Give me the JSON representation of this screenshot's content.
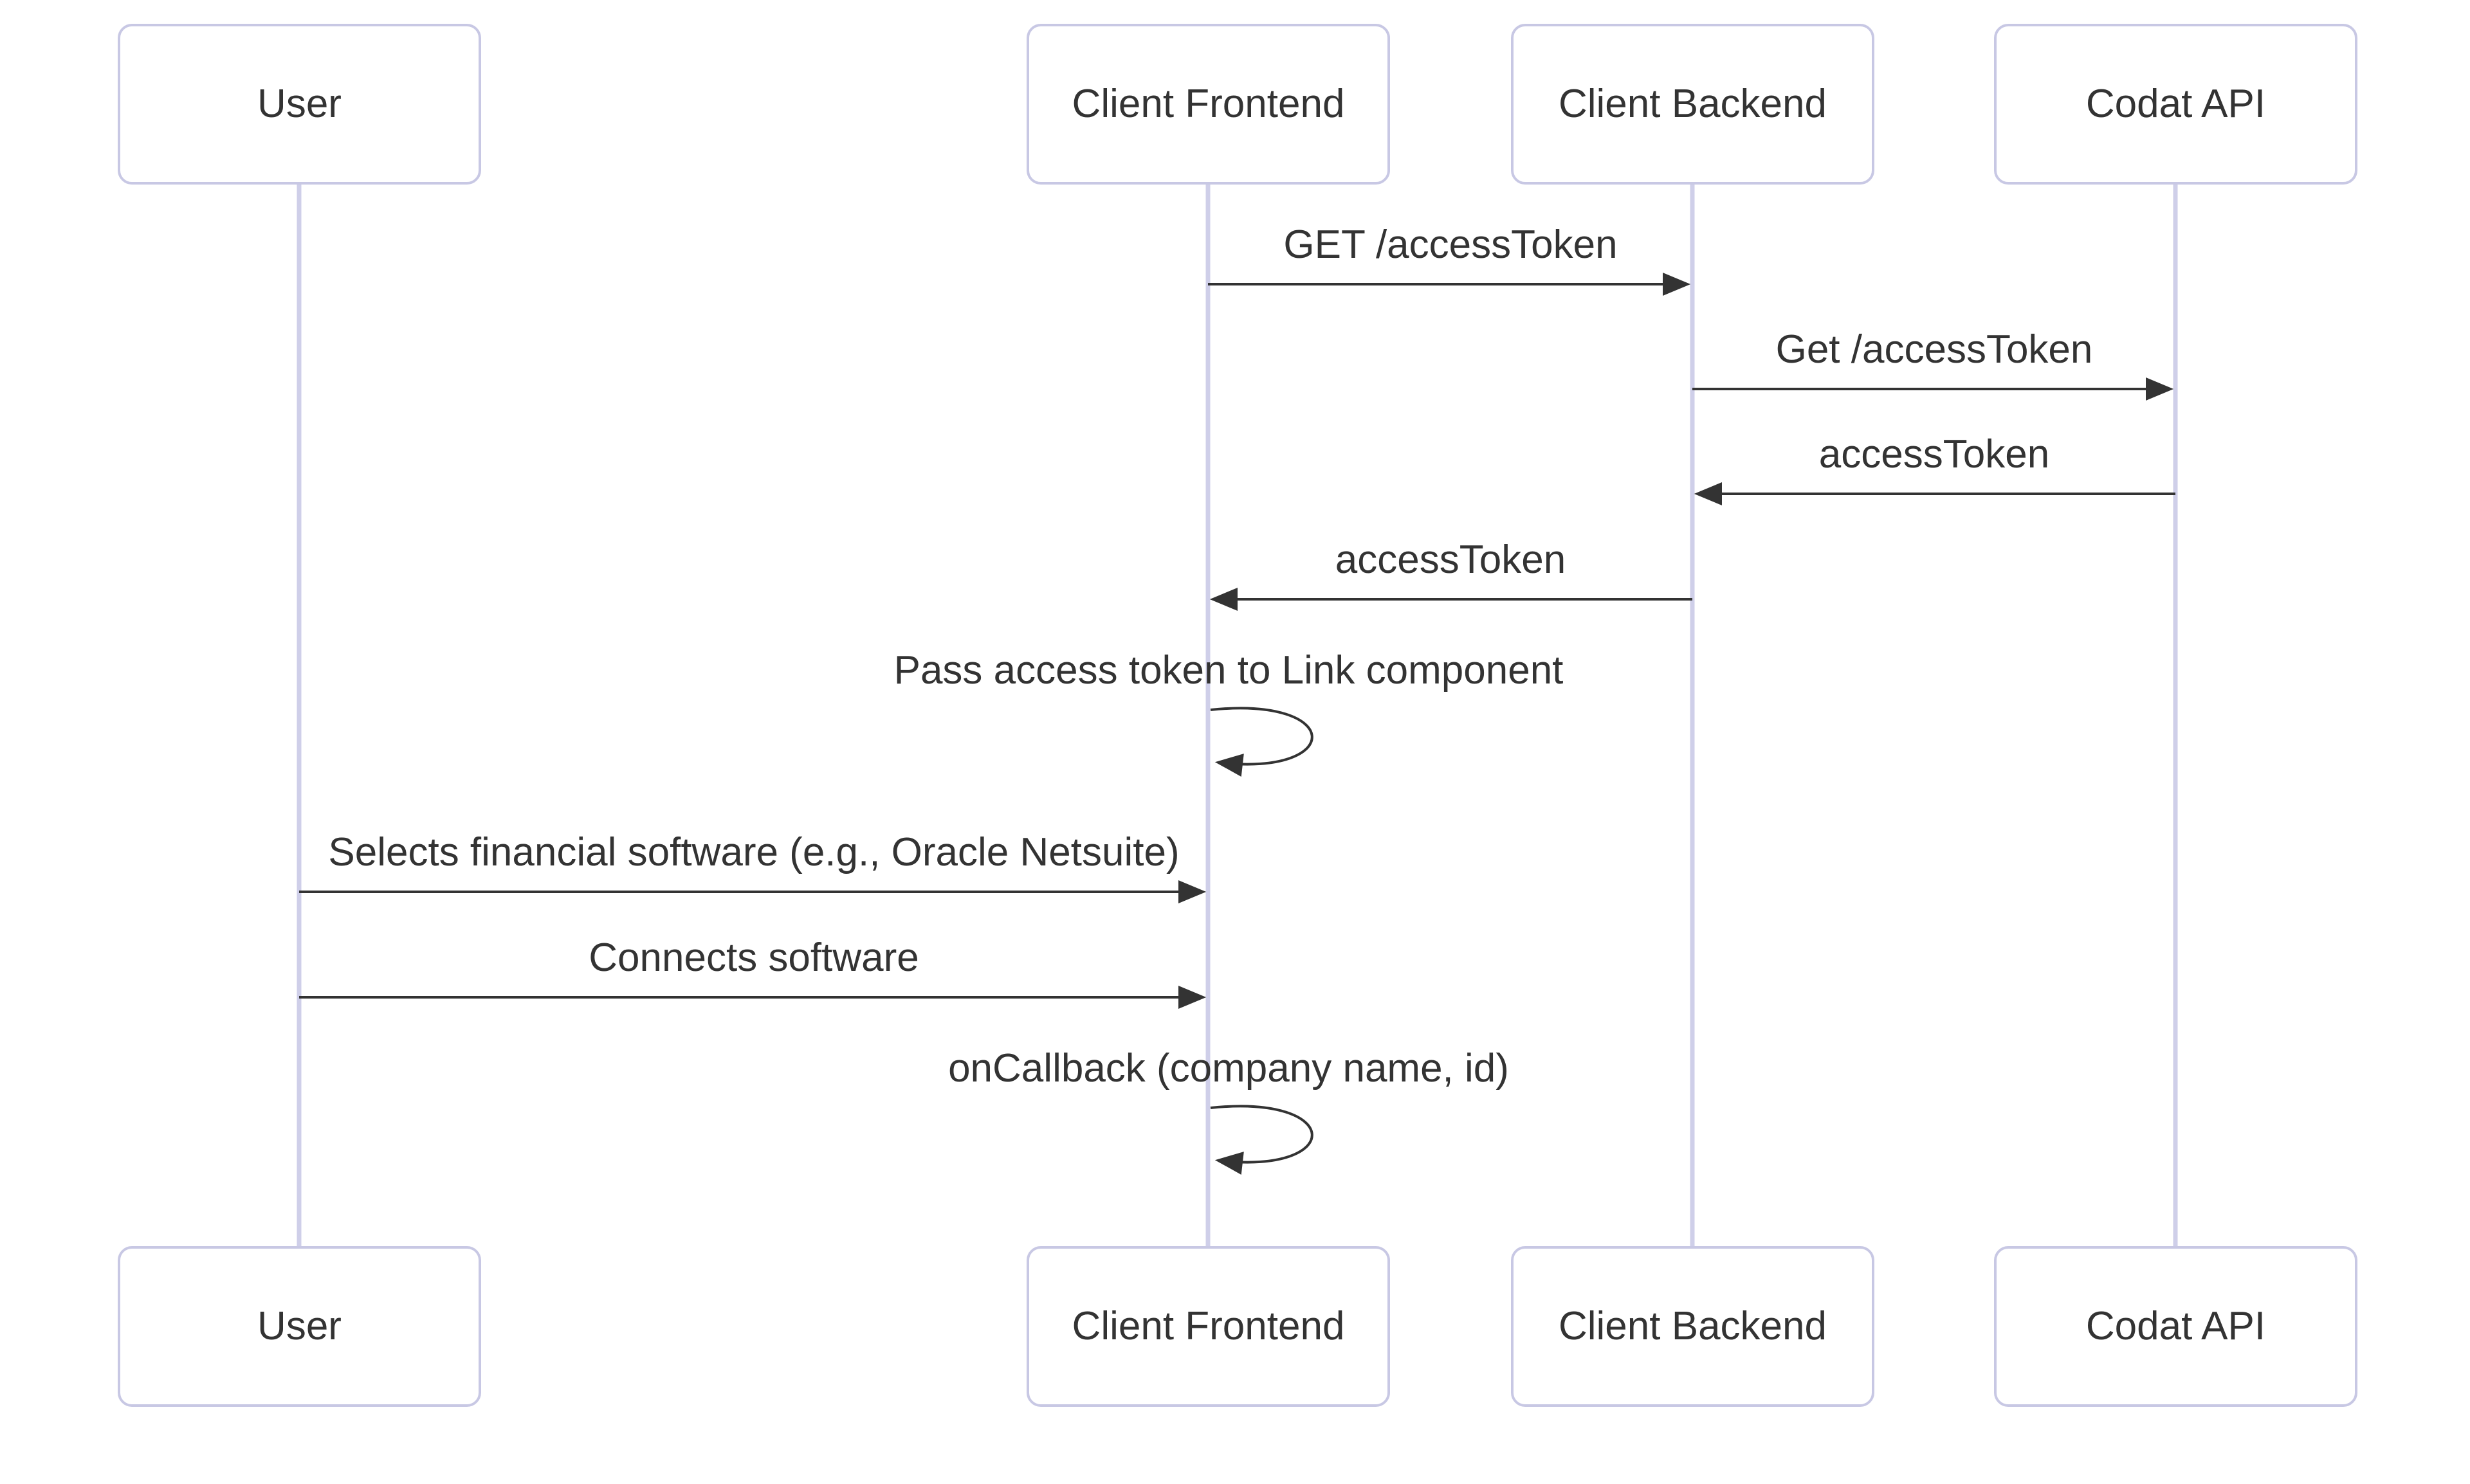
{
  "diagram": {
    "kind": "sequence-diagram",
    "background": "#ffffff",
    "colors": {
      "actor_fill": "#ffffff",
      "actor_border": "#c8c8e4",
      "lifeline": "#cfcfe9",
      "arrow": "#333333",
      "text": "#333333"
    },
    "actors": [
      {
        "id": "user",
        "label": "User"
      },
      {
        "id": "client-frontend",
        "label": "Client Frontend"
      },
      {
        "id": "client-backend",
        "label": "Client Backend"
      },
      {
        "id": "codat-api",
        "label": "Codat API"
      }
    ],
    "messages": [
      {
        "from": "client-frontend",
        "to": "client-backend",
        "type": "solid-arrow",
        "label": "GET /accessToken"
      },
      {
        "from": "client-backend",
        "to": "codat-api",
        "type": "solid-arrow",
        "label": "Get /accessToken"
      },
      {
        "from": "codat-api",
        "to": "client-backend",
        "type": "solid-arrow",
        "label": "accessToken"
      },
      {
        "from": "client-backend",
        "to": "client-frontend",
        "type": "solid-arrow",
        "label": "accessToken"
      },
      {
        "from": "client-frontend",
        "to": "client-frontend",
        "type": "self-loop",
        "label": "Pass access token to Link component"
      },
      {
        "from": "user",
        "to": "client-frontend",
        "type": "solid-arrow",
        "label": "Selects financial software (e.g., Oracle Netsuite)"
      },
      {
        "from": "user",
        "to": "client-frontend",
        "type": "solid-arrow",
        "label": "Connects software"
      },
      {
        "from": "client-frontend",
        "to": "client-frontend",
        "type": "self-loop",
        "label": "onCallback (company name, id)"
      }
    ]
  }
}
